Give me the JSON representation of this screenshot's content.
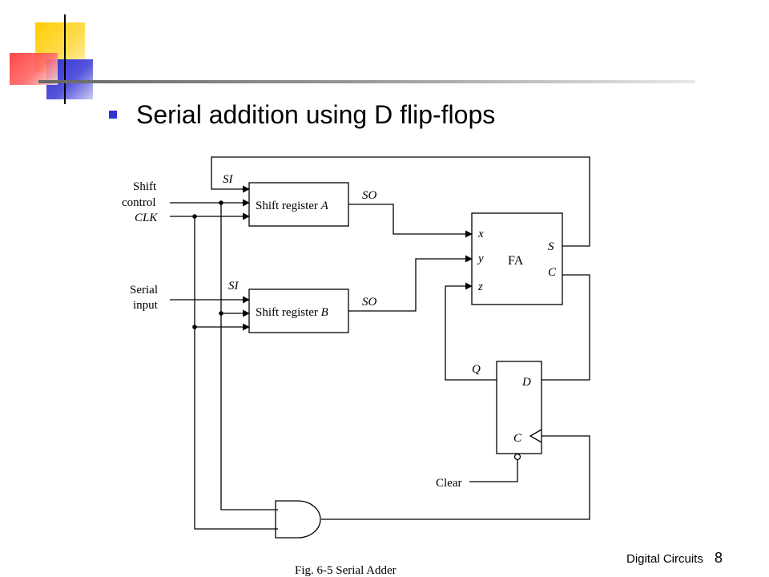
{
  "slide": {
    "title": "Serial addition using D flip-flops",
    "footer": "Digital Circuits",
    "page_number": "8",
    "accent_colors": {
      "yellow": "#ffcc00",
      "red": "#ff3333",
      "blue": "#3333cc",
      "bullet": "#3333cc"
    }
  },
  "diagram": {
    "caption": "Fig. 6-5  Serial Adder",
    "inputs": {
      "shift": "Shift",
      "control": "control",
      "clk": "CLK",
      "serial": "Serial",
      "input": "input",
      "clear": "Clear"
    },
    "register_a": {
      "label": "Shift register",
      "letter": "A",
      "si": "SI",
      "so": "SO"
    },
    "register_b": {
      "label": "Shift register",
      "letter": "B",
      "si": "SI",
      "so": "SO"
    },
    "full_adder": {
      "label": "FA",
      "x": "x",
      "y": "y",
      "z": "z",
      "s": "S",
      "c": "C"
    },
    "flip_flop": {
      "q": "Q",
      "d": "D",
      "c": "C"
    }
  }
}
